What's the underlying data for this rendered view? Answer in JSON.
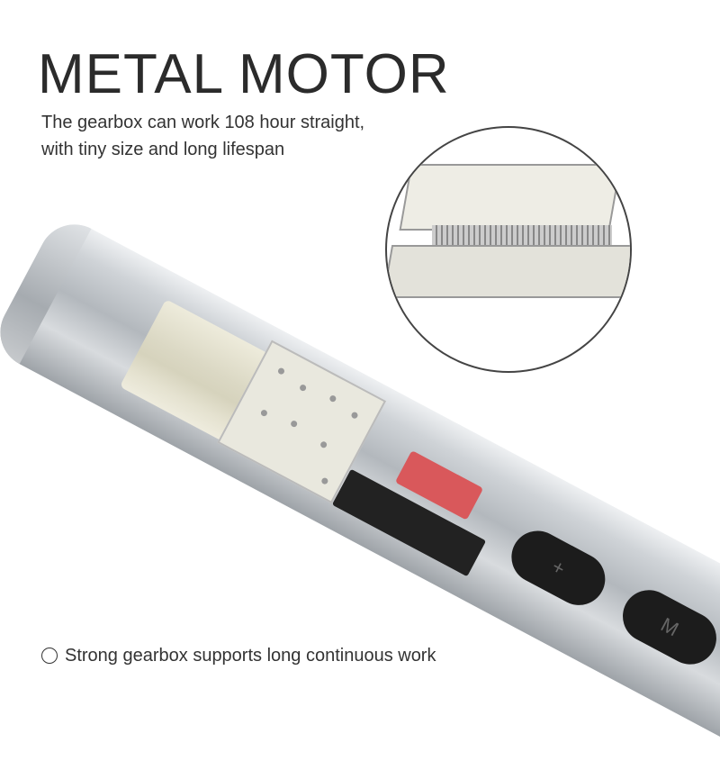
{
  "heading": "METAL MOTOR",
  "subtitle_lines": [
    "The gearbox can work 108 hour straight,",
    "with tiny size and long lifespan"
  ],
  "feature": {
    "icon": "radio-circle-icon",
    "text": "Strong gearbox supports long continuous work"
  },
  "pen_buttons": [
    {
      "label": "+"
    },
    {
      "label": "M"
    }
  ],
  "colors": {
    "pen_silver": "#b3b8bd",
    "wire_red": "#d9585b",
    "button_black": "#1c1c1c"
  }
}
